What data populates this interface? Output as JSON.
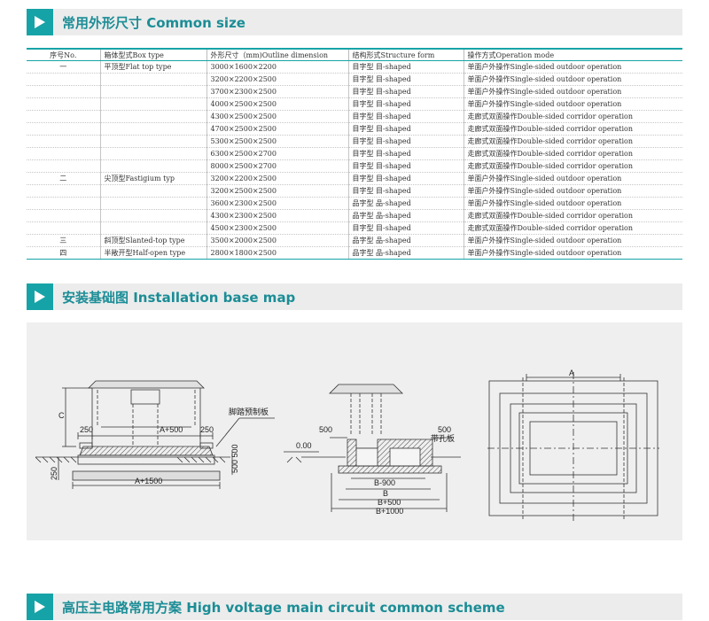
{
  "sections": {
    "common_size": "常用外形尺寸 Common size",
    "installation": "安装基础图 Installation base map",
    "circuit": "高压主电路常用方案 High voltage main circuit common scheme"
  },
  "table": {
    "headers": [
      "序号No.",
      "箱体型式Box type",
      "外形尺寸（mm)Outline dimension",
      "结构形式Structure form",
      "操作方式Operation mode"
    ],
    "rows": [
      {
        "no": "一",
        "box": "平顶型Flat top type",
        "dim": "3000×1600×2200",
        "struct": "目字型 目-shaped",
        "op": "单面户外操作Single-sided outdoor operation"
      },
      {
        "no": "",
        "box": "",
        "dim": "3200×2200×2500",
        "struct": "目字型 目-shaped",
        "op": "单面户外操作Single-sided outdoor operation"
      },
      {
        "no": "",
        "box": "",
        "dim": "3700×2300×2500",
        "struct": "目字型 目-shaped",
        "op": "单面户外操作Single-sided outdoor operation"
      },
      {
        "no": "",
        "box": "",
        "dim": "4000×2500×2500",
        "struct": "目字型 目-shaped",
        "op": "单面户外操作Single-sided outdoor operation"
      },
      {
        "no": "",
        "box": "",
        "dim": "4300×2500×2500",
        "struct": "目字型 目-shaped",
        "op": "走廊式双面操作Double-sided corridor operation"
      },
      {
        "no": "",
        "box": "",
        "dim": "4700×2500×2500",
        "struct": "目字型 目-shaped",
        "op": "走廊式双面操作Double-sided corridor operation"
      },
      {
        "no": "",
        "box": "",
        "dim": "5300×2500×2500",
        "struct": "目字型 目-shaped",
        "op": "走廊式双面操作Double-sided corridor operation"
      },
      {
        "no": "",
        "box": "",
        "dim": "6300×2500×2700",
        "struct": "目字型 目-shaped",
        "op": "走廊式双面操作Double-sided corridor operation"
      },
      {
        "no": "",
        "box": "",
        "dim": "8000×2500×2700",
        "struct": "目字型 目-shaped",
        "op": "走廊式双面操作Double-sided corridor operation"
      },
      {
        "no": "二",
        "box": "尖顶型Fastigium typ",
        "dim": "3200×2200×2500",
        "struct": "目字型 目-shaped",
        "op": "单面户外操作Single-sided outdoor operation"
      },
      {
        "no": "",
        "box": "",
        "dim": "3200×2500×2500",
        "struct": "目字型 目-shaped",
        "op": "单面户外操作Single-sided outdoor operation"
      },
      {
        "no": "",
        "box": "",
        "dim": "3600×2300×2500",
        "struct": "品字型 品-shaped",
        "op": "单面户外操作Single-sided outdoor operation"
      },
      {
        "no": "",
        "box": "",
        "dim": "4300×2300×2500",
        "struct": "品字型 品-shaped",
        "op": "走廊式双面操作Double-sided corridor operation"
      },
      {
        "no": "",
        "box": "",
        "dim": "4500×2300×2500",
        "struct": "目字型 目-shaped",
        "op": "走廊式双面操作Double-sided corridor operation"
      },
      {
        "no": "三",
        "box": "斜顶型Slanted-top type",
        "dim": "3500×2000×2500",
        "struct": "品字型 品-shaped",
        "op": "单面户外操作Single-sided outdoor operation"
      },
      {
        "no": "四",
        "box": "半敞开型Half-open type",
        "dim": "2800×1800×2500",
        "struct": "品字型 品-shaped",
        "op": "单面户外操作Single-sided outdoor operation"
      }
    ]
  },
  "drawing": {
    "label_c": "C",
    "label_250_left": "250",
    "label_a500": "A+500",
    "label_250_right": "250",
    "label_footplate": "脚踏预制板",
    "label_500_500": "500  500",
    "label_250_v": "250",
    "label_a1500": "A+1500",
    "label_500_left": "500",
    "label_500_right": "500",
    "label_000": "0.00",
    "label_perforated": "带孔板",
    "label_b900": "B-900",
    "label_b": "B",
    "label_b500": "B+500",
    "label_b1000": "B+1000",
    "label_a": "A"
  },
  "colors": {
    "accent": "#16a3a7",
    "bar_bg": "#ececec",
    "title": "#1b8d96"
  }
}
